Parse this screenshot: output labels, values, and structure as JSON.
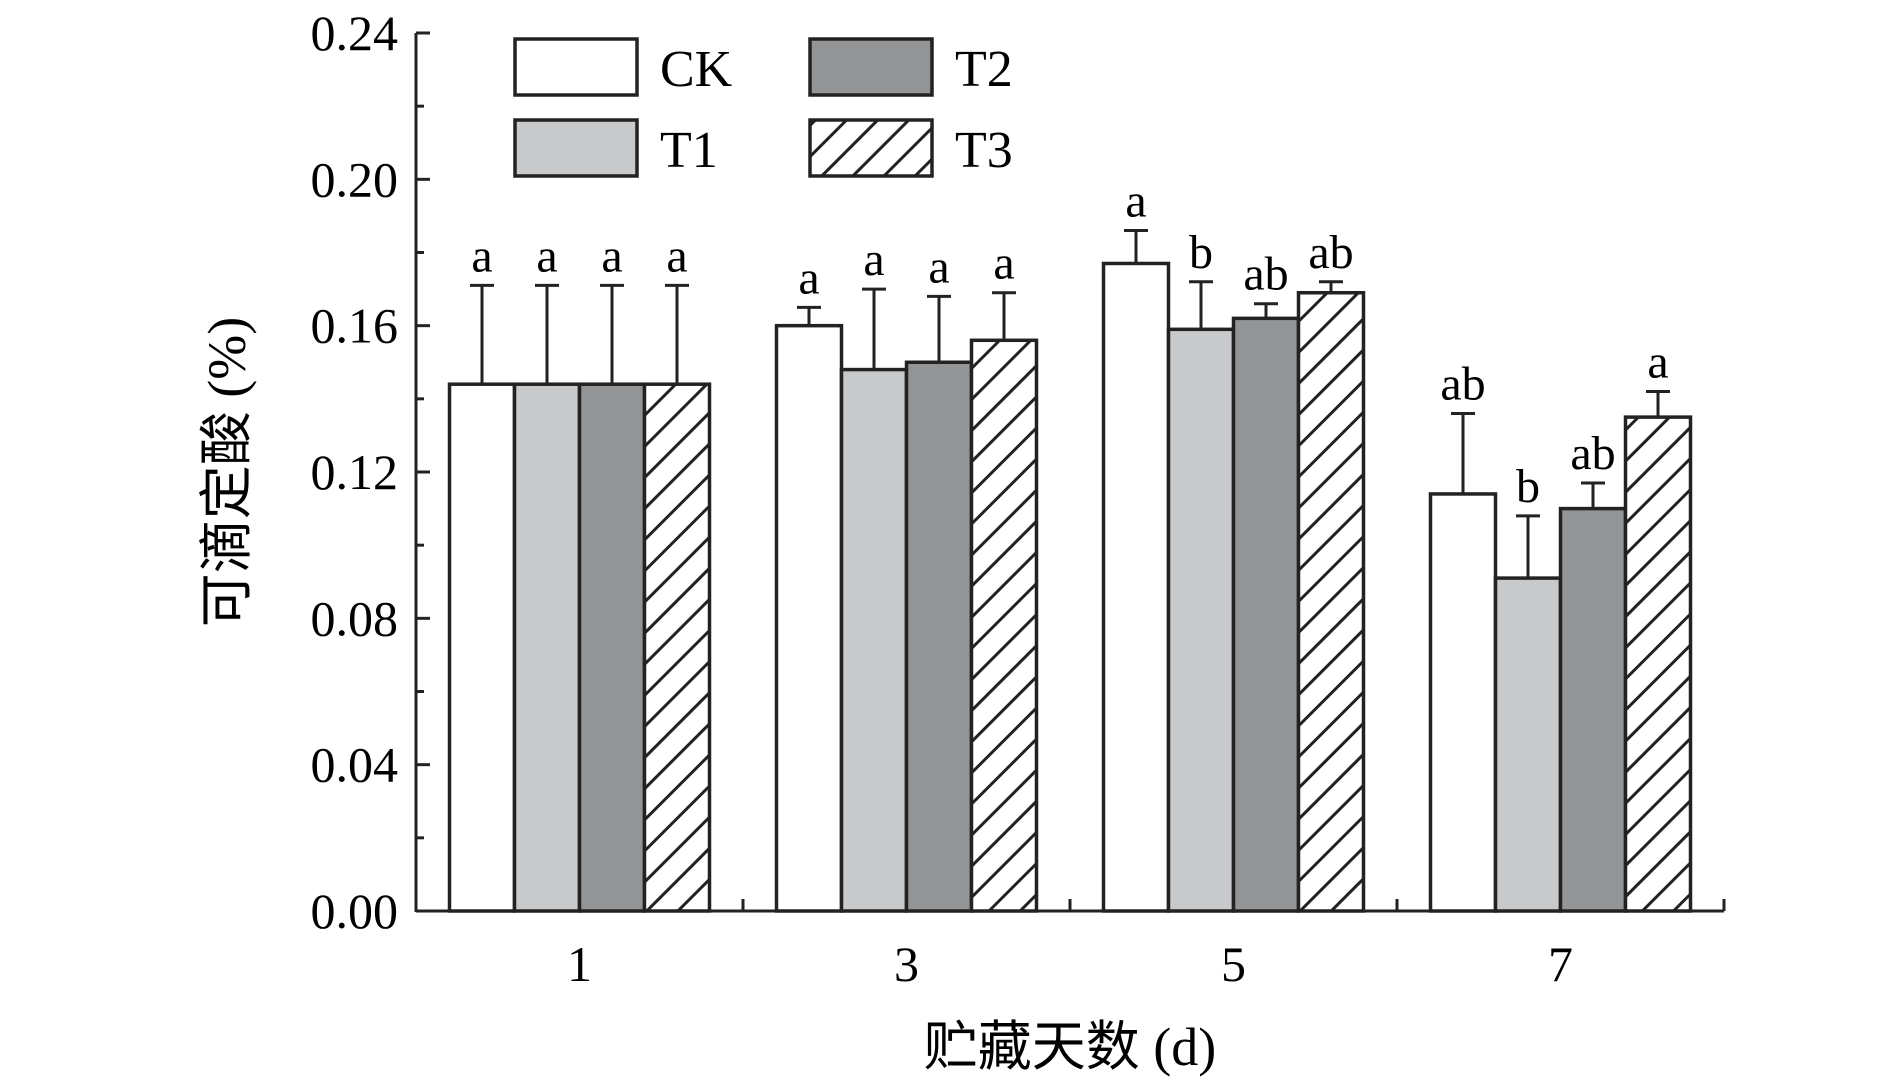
{
  "chart_data": {
    "type": "bar",
    "title": "",
    "xlabel": "贮藏天数 (d)",
    "ylabel": "可滴定酸 (%)",
    "categories": [
      "1",
      "3",
      "5",
      "7"
    ],
    "ylim": [
      0,
      0.24
    ],
    "yticks": [
      "0.00",
      "0.04",
      "0.08",
      "0.12",
      "0.16",
      "0.20",
      "0.24"
    ],
    "ytick_values": [
      0,
      0.04,
      0.08,
      0.12,
      0.16,
      0.2,
      0.24
    ],
    "legend_position": "top-left",
    "series": [
      {
        "name": "CK",
        "fill": "#ffffff",
        "pattern": "none",
        "values": [
          0.144,
          0.16,
          0.177,
          0.114
        ],
        "errors": [
          0.027,
          0.005,
          0.009,
          0.022
        ],
        "labels": [
          "a",
          "a",
          "a",
          "ab"
        ]
      },
      {
        "name": "T1",
        "fill": "#c8c9cb",
        "pattern": "none",
        "values": [
          0.144,
          0.148,
          0.159,
          0.091
        ],
        "errors": [
          0.027,
          0.022,
          0.013,
          0.017
        ],
        "labels": [
          "a",
          "a",
          "b",
          "b"
        ]
      },
      {
        "name": "T2",
        "fill": "#939496",
        "pattern": "none",
        "values": [
          0.144,
          0.15,
          0.162,
          0.11
        ],
        "errors": [
          0.027,
          0.018,
          0.004,
          0.007
        ],
        "labels": [
          "a",
          "a",
          "ab",
          "ab"
        ]
      },
      {
        "name": "T3",
        "fill": "#ffffff",
        "pattern": "hatch",
        "values": [
          0.144,
          0.156,
          0.169,
          0.135
        ],
        "errors": [
          0.027,
          0.013,
          0.003,
          0.007
        ],
        "labels": [
          "a",
          "a",
          "ab",
          "a"
        ]
      }
    ]
  }
}
